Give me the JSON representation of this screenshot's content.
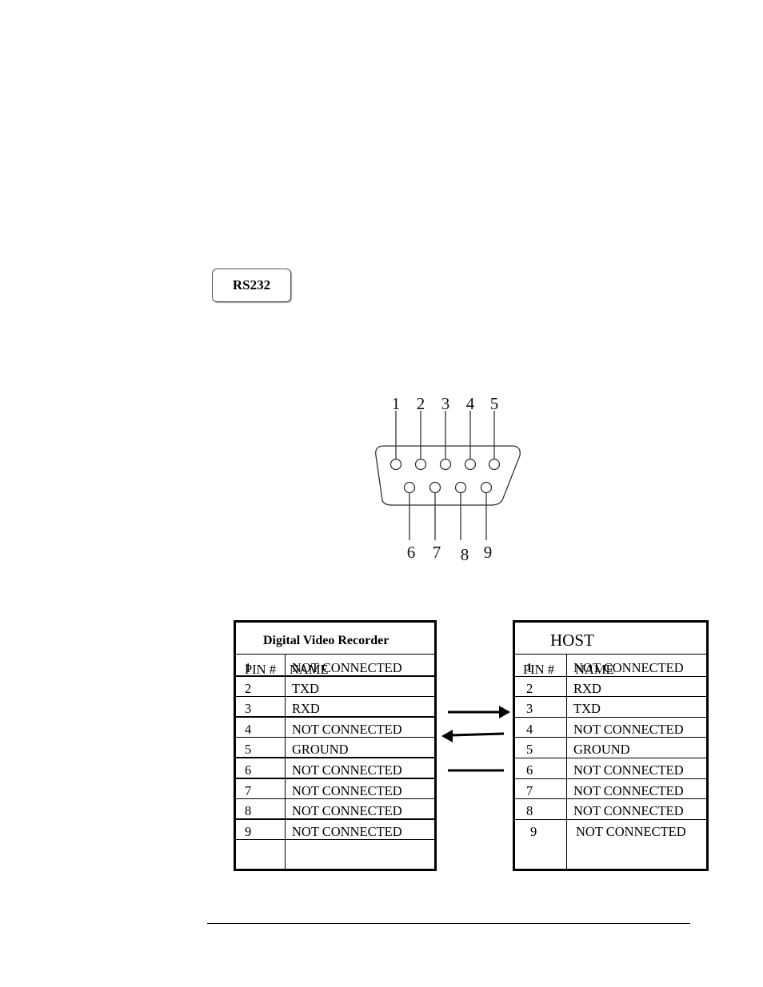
{
  "badge": {
    "label": "RS232"
  },
  "connector": {
    "top_pins": [
      "1",
      "2",
      "3",
      "4",
      "5"
    ],
    "bottom_pins": [
      "6",
      "7",
      "8",
      "9"
    ]
  },
  "table": {
    "left_title": "Digital Video Recorder",
    "right_title": "HOST",
    "col_pin": "PIN #",
    "col_name": "NAME",
    "left_rows": [
      {
        "pin": "1",
        "name": "NOT CONNECTED"
      },
      {
        "pin": "2",
        "name": "TXD"
      },
      {
        "pin": "3",
        "name": "RXD"
      },
      {
        "pin": "4",
        "name": "NOT CONNECTED"
      },
      {
        "pin": "5",
        "name": "GROUND"
      },
      {
        "pin": "6",
        "name": "NOT CONNECTED"
      },
      {
        "pin": "7",
        "name": "NOT CONNECTED"
      },
      {
        "pin": "8",
        "name": "NOT CONNECTED"
      },
      {
        "pin": "9",
        "name": "NOT CONNECTED"
      }
    ],
    "right_rows": [
      {
        "pin": "1",
        "name": "NOT CONNECTED"
      },
      {
        "pin": "2",
        "name": "RXD"
      },
      {
        "pin": "3",
        "name": "TXD"
      },
      {
        "pin": "4",
        "name": "NOT CONNECTED"
      },
      {
        "pin": "5",
        "name": "GROUND"
      },
      {
        "pin": "6",
        "name": "NOT CONNECTED"
      },
      {
        "pin": "7",
        "name": "NOT CONNECTED"
      },
      {
        "pin": "8",
        "name": "NOT CONNECTED"
      },
      {
        "pin": "9",
        "name": "NOT CONNECTED"
      }
    ]
  }
}
